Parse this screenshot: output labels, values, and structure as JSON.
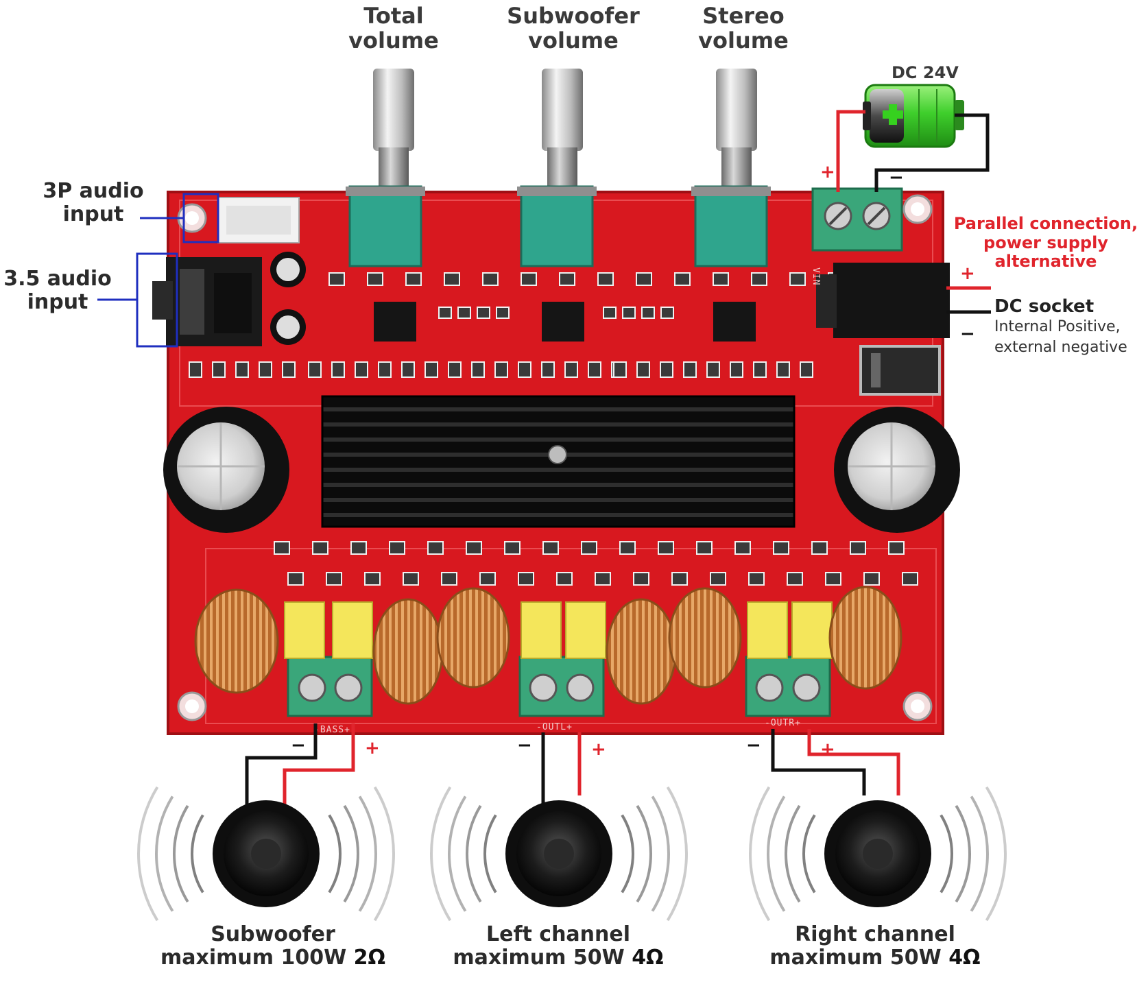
{
  "colors": {
    "pcb": "#d8181f",
    "pcb_dark": "#a40f14",
    "terminal": "#3aa67a",
    "heatsink": "#141414",
    "copper": "#c77a33",
    "label_red": "#e0242c",
    "lead_blue": "#1f2fbf",
    "wire_red": "#e0242c",
    "wire_black": "#111111",
    "battery": "#3fcf2c"
  },
  "knobs": [
    {
      "line1": "Total",
      "line2": "volume"
    },
    {
      "line1": "Subwoofer",
      "line2": "volume"
    },
    {
      "line1": "Stereo",
      "line2": "volume"
    }
  ],
  "inputs": {
    "p3": {
      "line1": "3P audio",
      "line2": "input"
    },
    "jack35": {
      "line1": "3.5 audio",
      "line2": "input"
    }
  },
  "power": {
    "battery_label": "DC 24V",
    "parallel": {
      "line1": "Parallel connection,",
      "line2": "power supply",
      "line3": "alternative"
    },
    "socket_title": "DC socket",
    "socket_desc1": "Internal Positive,",
    "socket_desc2": "external negative"
  },
  "board_silk": {
    "bass": "-BASS+",
    "outl": "-OUTL+",
    "outr": "-OUTR+",
    "vin": "VIN"
  },
  "speakers": [
    {
      "line1": "Subwoofer",
      "line2": "maximum 100W",
      "ohm": "2Ω"
    },
    {
      "line1": "Left channel",
      "line2": "maximum 50W",
      "ohm": "4Ω"
    },
    {
      "line1": "Right channel",
      "line2": "maximum 50W",
      "ohm": "4Ω"
    }
  ],
  "polarity": {
    "plus": "+",
    "minus": "−"
  }
}
